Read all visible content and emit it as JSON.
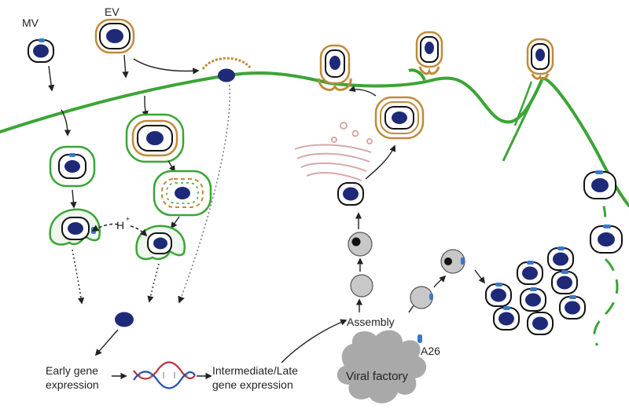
{
  "labels": {
    "mv": "MV",
    "ev": "EV",
    "proton": "H",
    "proton_sup": "+",
    "early_line1": "Early gene",
    "early_line2": "expression",
    "late_line1": "Intermediate/Late",
    "late_line2": "gene expression",
    "assembly": "Assembly",
    "a26": "A26",
    "factory": "Viral factory"
  },
  "colors": {
    "membrane": "#3aa535",
    "envelope": "#c08a3a",
    "core": "#1e2a78",
    "protein": "#3a78c8",
    "golgi": "#d8a8a8",
    "factory": "#a9a9a9",
    "immature": "#c8c8c8",
    "dna_red": "#c0303a",
    "dna_blue": "#2050b0",
    "arrow": "#222222"
  }
}
